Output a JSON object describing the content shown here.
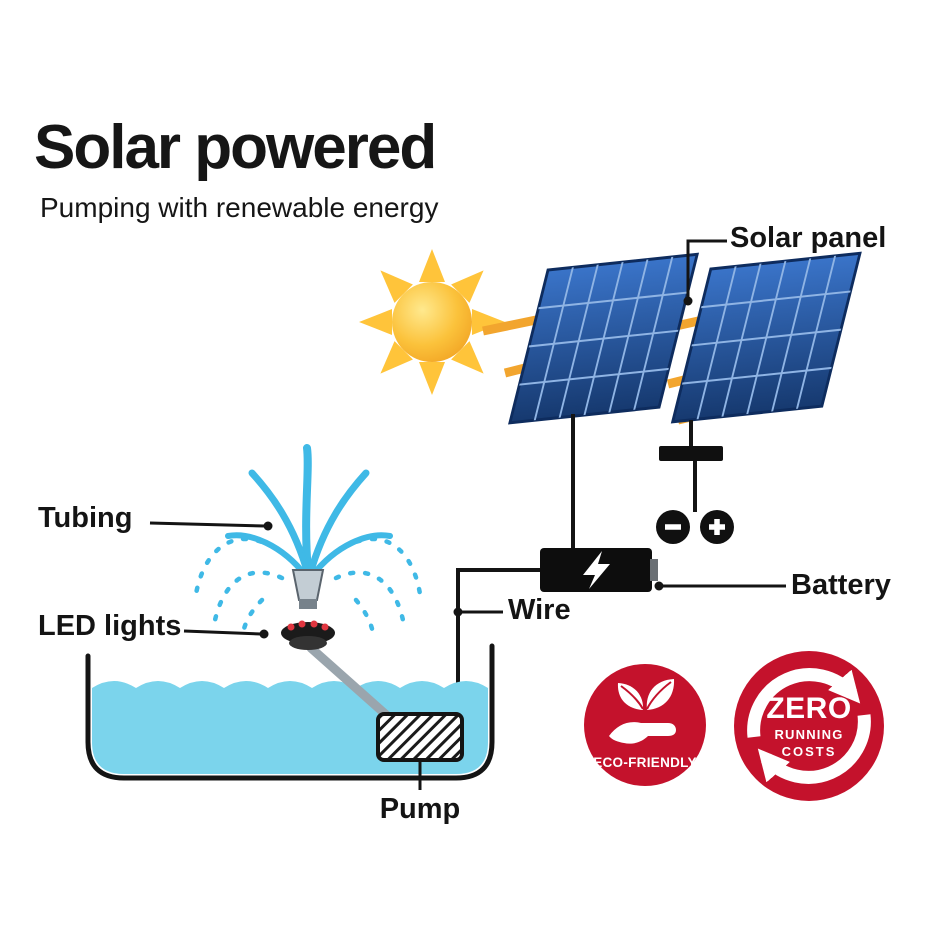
{
  "header": {
    "title": "Solar powered",
    "subtitle": "Pumping with renewable energy"
  },
  "labels": {
    "solar_panel": "Solar panel",
    "tubing": "Tubing",
    "led_lights": "LED lights",
    "wire": "Wire",
    "battery": "Battery",
    "pump": "Pump"
  },
  "badges": {
    "eco_friendly": {
      "label": "ECO-FRIENDLY",
      "icon": "hand-leaf-icon"
    },
    "zero_costs": {
      "line1": "ZERO",
      "line2": "RUNNING",
      "line3": "COSTS",
      "icon": "cycle-arrows-icon"
    }
  },
  "icons": {
    "sun": "sun-icon",
    "solar_panel": "solar-panel-graphic",
    "sunlight": "sunlight-arrows",
    "battery": "battery-icon",
    "lightning": "lightning-bolt-icon",
    "minus_terminal": "minus-terminal-icon",
    "plus_terminal": "plus-terminal-icon",
    "fountain_spray": "fountain-spray-icon",
    "led_lights": "led-lights-icon",
    "pump": "pump-icon",
    "basin": "basin-graphic"
  },
  "colors": {
    "badge_red": "#C4122C",
    "panel_blue": "#2F68BD",
    "panel_blue_dark": "#16396F",
    "panel_grid": "#8FB4E4",
    "water_blue": "#7BD4EC",
    "spray_blue": "#3FB9E6",
    "sun_core": "#F3A127",
    "sun_ray": "#FFC43A",
    "arrow_orange": "#F2A52E",
    "ink": "#141414"
  }
}
